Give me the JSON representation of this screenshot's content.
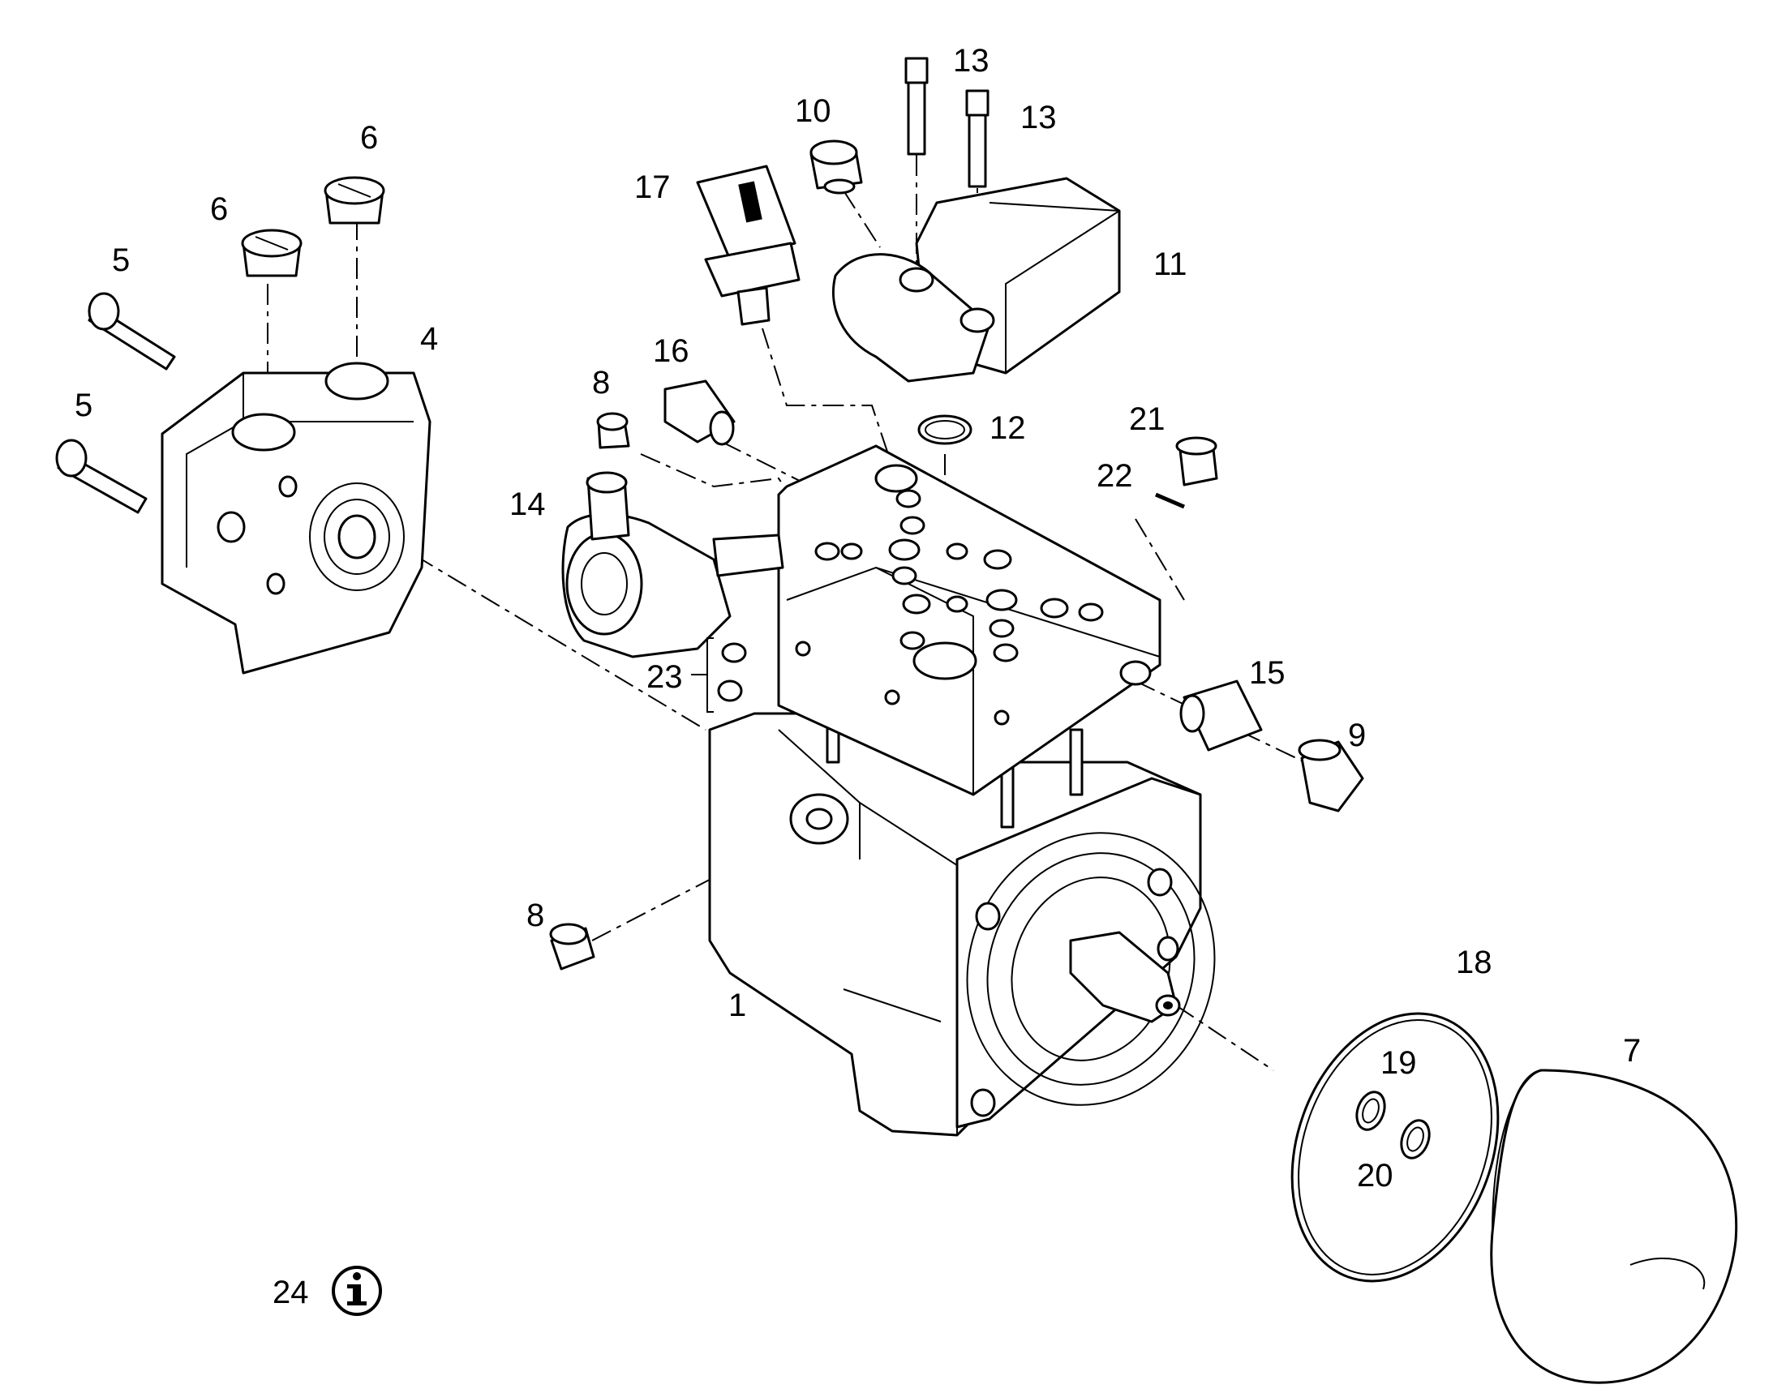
{
  "callouts": {
    "c1": "1",
    "c4": "4",
    "c5a": "5",
    "c5b": "5",
    "c6a": "6",
    "c6b": "6",
    "c7": "7",
    "c8a": "8",
    "c8b": "8",
    "c9": "9",
    "c10": "10",
    "c11": "11",
    "c12": "12",
    "c13a": "13",
    "c13b": "13",
    "c14": "14",
    "c15": "15",
    "c16": "16",
    "c17": "17",
    "c18": "18",
    "c19": "19",
    "c20": "20",
    "c21": "21",
    "c22": "22",
    "c23": "23",
    "c24": "24"
  },
  "info_icon": "info-icon"
}
